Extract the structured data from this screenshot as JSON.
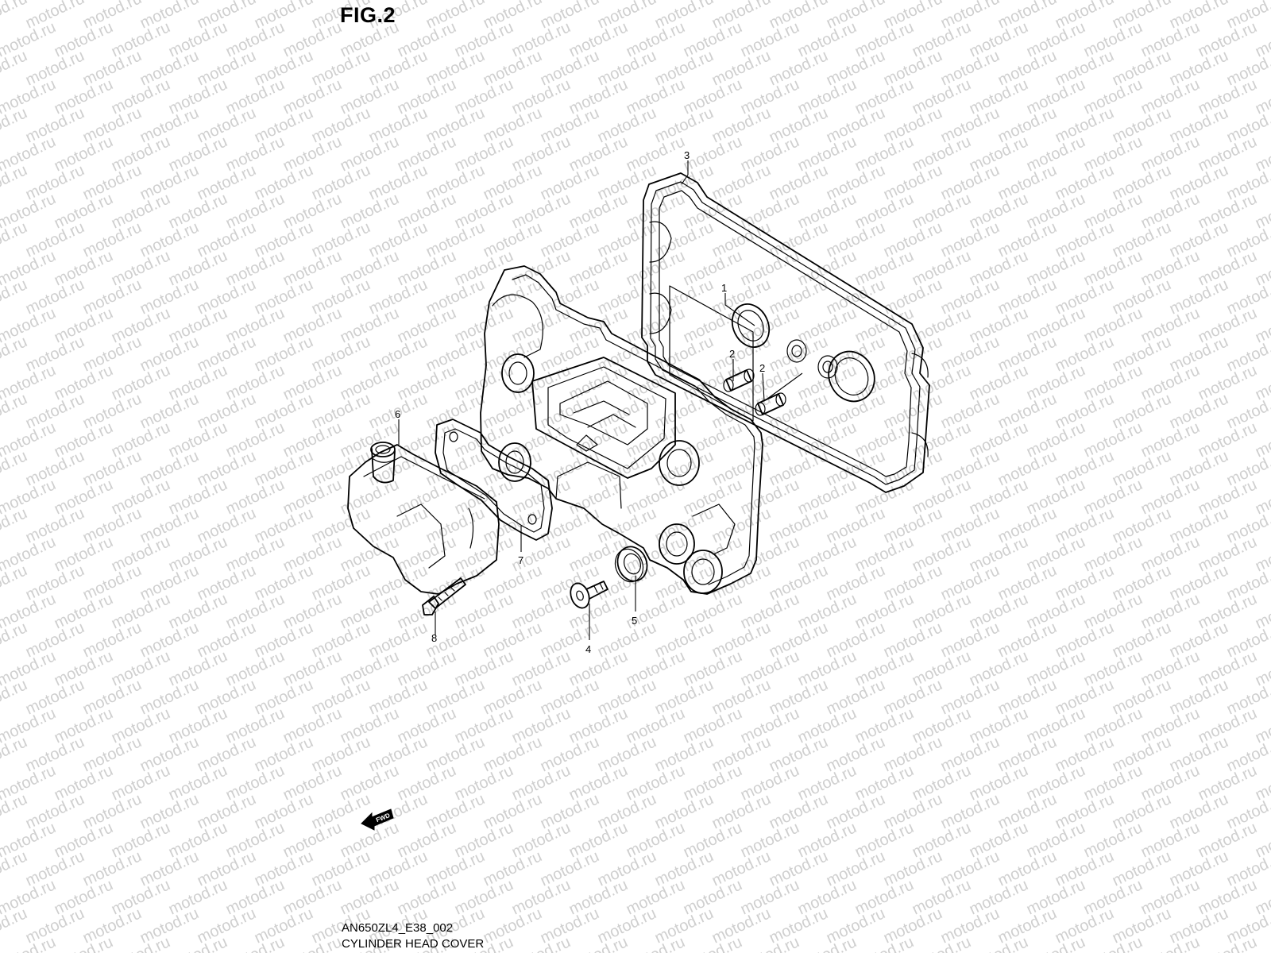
{
  "figure": {
    "title": "FIG.2",
    "code": "AN650ZL4_E38_002",
    "name": "CYLINDER HEAD COVER"
  },
  "watermark": {
    "text": "motod.ru",
    "color": "#cfcfcf"
  },
  "direction_arrow": {
    "label": "FWD",
    "icon": "fwd-arrow-icon"
  },
  "callouts": [
    {
      "id": "part-1",
      "label": "1"
    },
    {
      "id": "part-2a",
      "label": "2"
    },
    {
      "id": "part-2b",
      "label": "2"
    },
    {
      "id": "part-3",
      "label": "3"
    },
    {
      "id": "part-4",
      "label": "4"
    },
    {
      "id": "part-5",
      "label": "5"
    },
    {
      "id": "part-6",
      "label": "6"
    },
    {
      "id": "part-7",
      "label": "7"
    },
    {
      "id": "part-8",
      "label": "8"
    }
  ]
}
